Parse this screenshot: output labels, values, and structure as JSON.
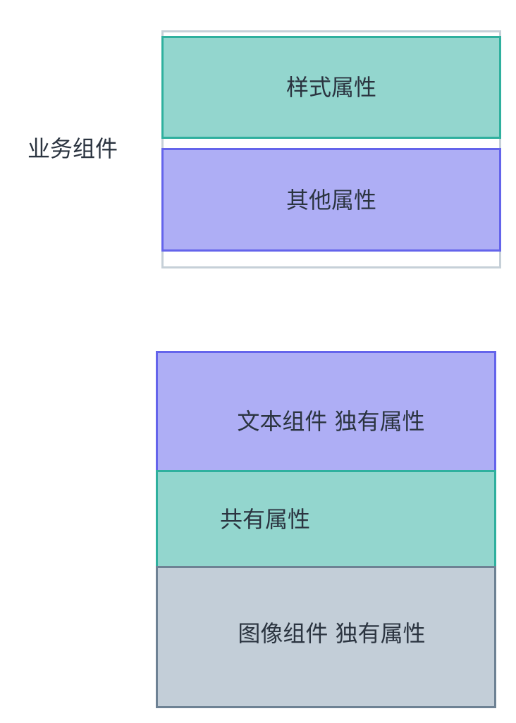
{
  "top_group": {
    "side_label": "业务组件",
    "blocks": [
      {
        "label": "样式属性",
        "color": "#93d6ce",
        "border": "#2fb09e"
      },
      {
        "label": "其他属性",
        "color": "#aeaef5",
        "border": "#6464eb"
      }
    ]
  },
  "bottom_stack": {
    "blocks": [
      {
        "label": "文本组件 独有属性",
        "color": "#aeaef5",
        "border": "#6464eb"
      },
      {
        "label": "共有属性",
        "color": "#93d6ce",
        "border": "#2fb09e"
      },
      {
        "label": "图像组件 独有属性",
        "color": "#c3ced8",
        "border": "#6e8294"
      }
    ]
  }
}
